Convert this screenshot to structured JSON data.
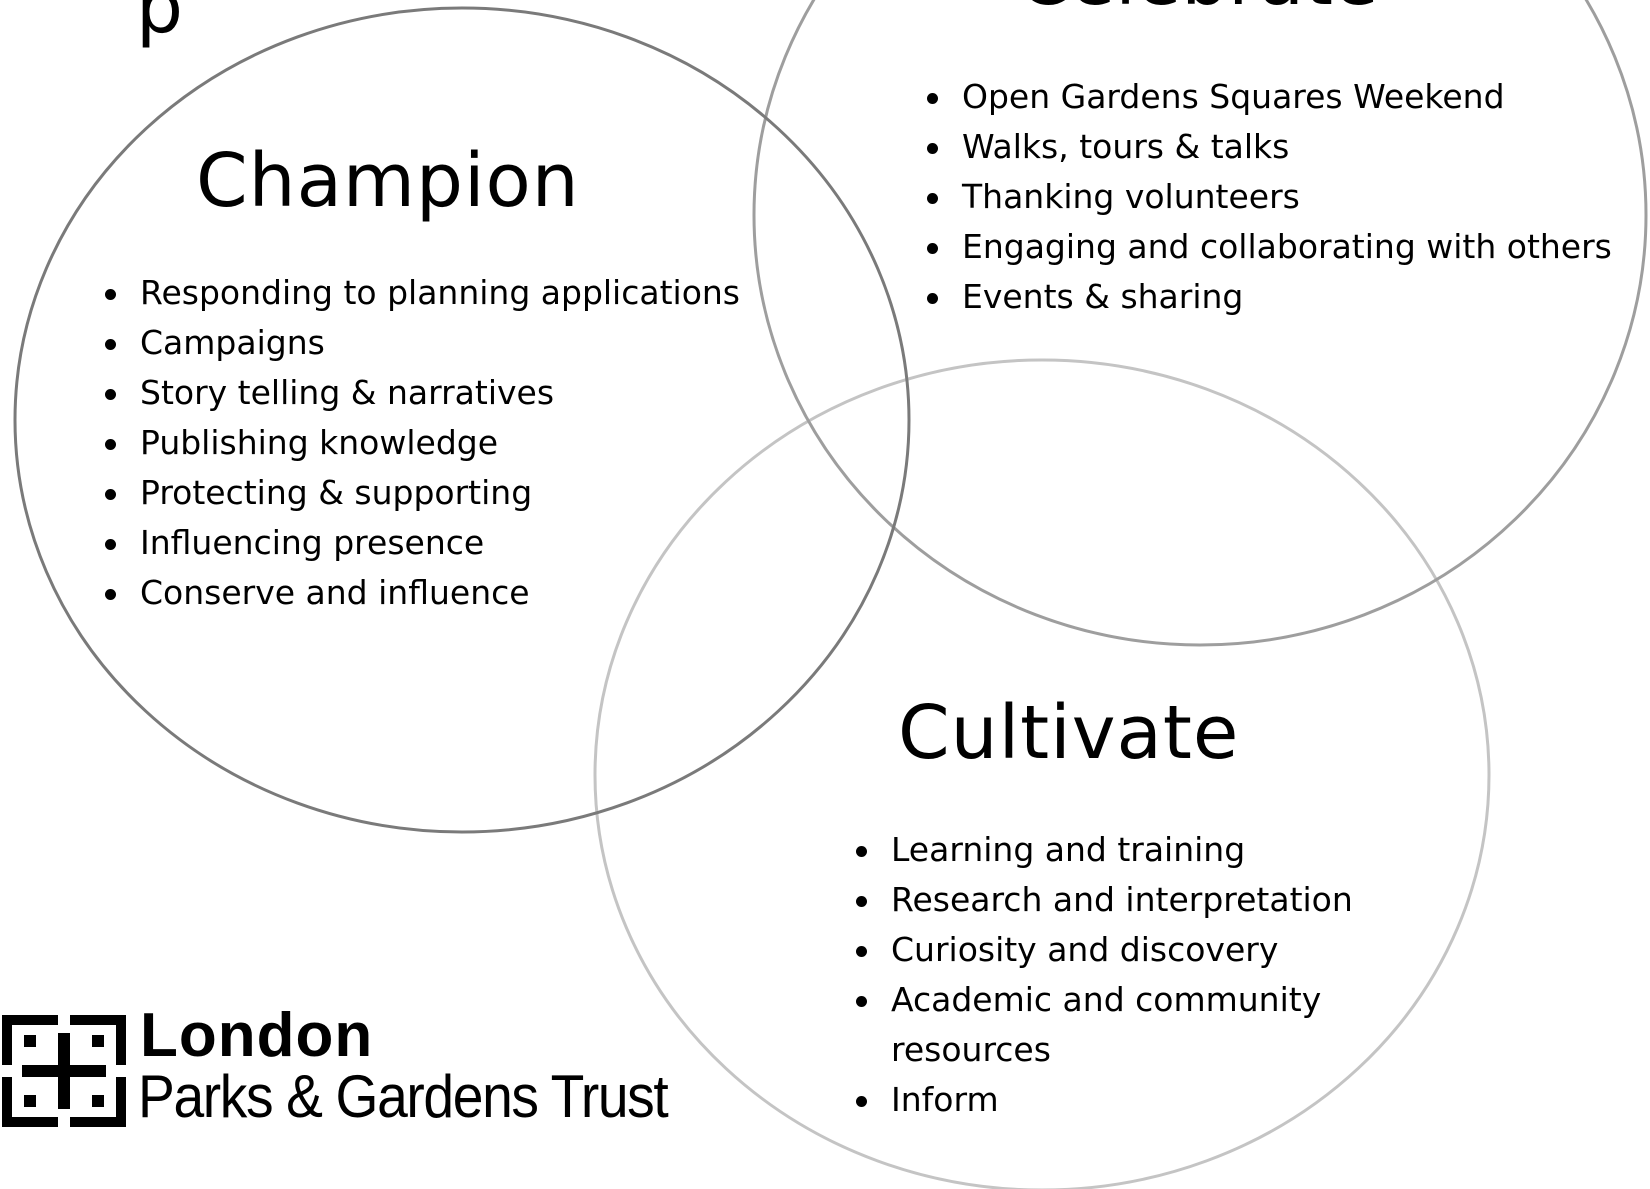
{
  "colors": {
    "background": "#ffffff",
    "text": "#000000",
    "champion_circle_stroke": "#7a7a7a",
    "celebrate_circle_stroke": "#9e9e9e",
    "cultivate_circle_stroke": "#c4c4c4"
  },
  "partial_top_left": "p",
  "partial_top_right": "Celebrate",
  "champion": {
    "title": "Champion",
    "items": [
      "Responding to planning applications",
      "Campaigns",
      "Story telling & narratives",
      "Publishing knowledge",
      "Protecting & supporting",
      "Influencing presence",
      "Conserve and influence"
    ]
  },
  "celebrate": {
    "items": [
      "Open Gardens Squares Weekend",
      "Walks, tours & talks",
      "Thanking volunteers",
      "Engaging and collaborating with others",
      "Events & sharing"
    ]
  },
  "cultivate": {
    "title": "Cultivate",
    "items": [
      "Learning and training",
      "Research and interpretation",
      "Curiosity and discovery",
      "Academic and community resources",
      "Inform"
    ]
  },
  "logo": {
    "line1": "London",
    "line2": "Parks & Gardens Trust",
    "icon": "lpgt-square-mark-icon"
  }
}
